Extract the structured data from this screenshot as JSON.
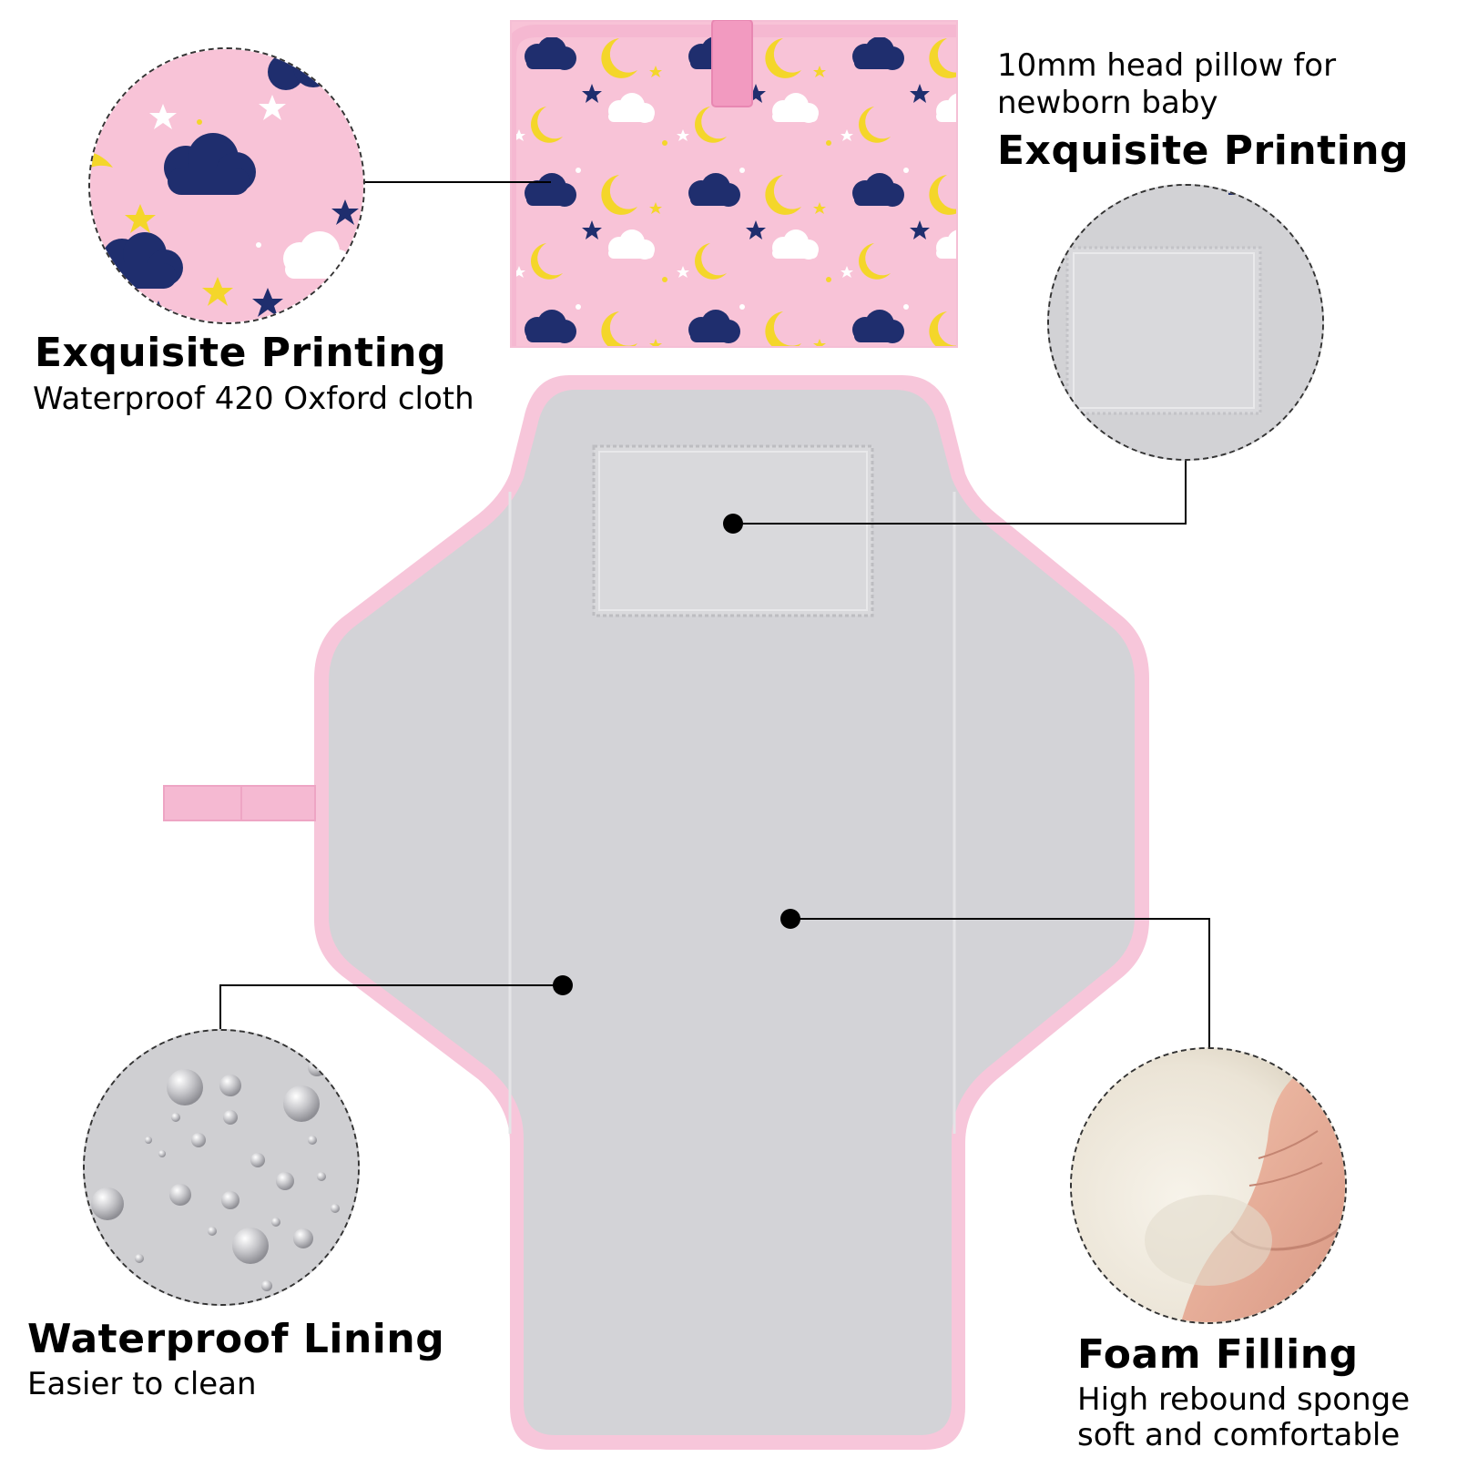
{
  "callouts": {
    "top_left": {
      "title": "Exquisite Printing",
      "subtitle": "Waterproof 420 Oxford cloth"
    },
    "top_right": {
      "pre_line1": "10mm head pillow for",
      "pre_line2": "newborn baby",
      "title": "Exquisite Printing"
    },
    "bottom_left": {
      "title": "Waterproof Lining",
      "subtitle": "Easier to clean"
    },
    "bottom_right": {
      "title": "Foam Filling",
      "subtitle_line1": "High rebound sponge",
      "subtitle_line2": "soft and comfortable"
    }
  },
  "colors": {
    "pink": "#f7c6da",
    "pink_dark": "#efa9c6",
    "grey_mat": "#d3d3d7",
    "navy": "#1f2e6e",
    "moon_yellow": "#f4d62a",
    "foam": "#f1ece2"
  }
}
